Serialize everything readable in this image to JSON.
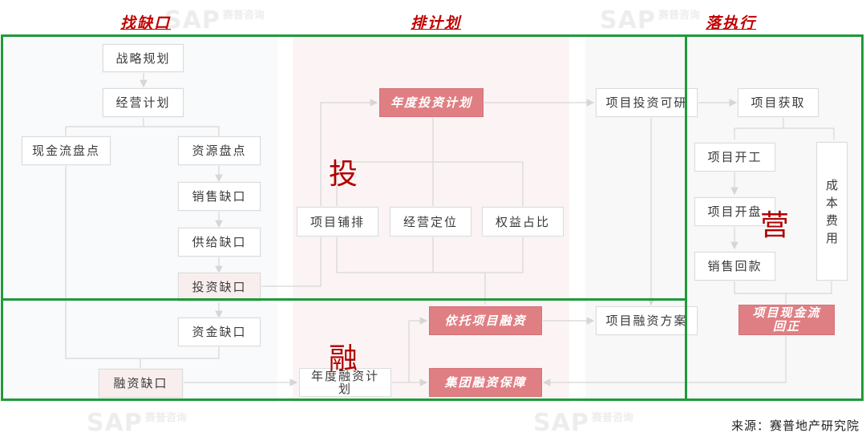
{
  "headers": {
    "find_gap": "找缺口",
    "plan": "排计划",
    "execute": "落执行"
  },
  "big_labels": {
    "invest": "投",
    "finance": "融",
    "operate": "营"
  },
  "watermark": {
    "brand": "SAP",
    "sub": "赛普咨询"
  },
  "source": "来源：赛普地产研究院",
  "boxes": {
    "strategy": "战略规划",
    "operation_plan": "经营计划",
    "cashflow_check": "现金流盘点",
    "resource_check": "资源盘点",
    "sales_gap": "销售缺口",
    "supply_gap": "供给缺口",
    "invest_gap": "投资缺口",
    "fund_gap": "资金缺口",
    "finance_gap": "融资缺口",
    "annual_invest_plan": "年度投资计划",
    "project_layout": "项目铺排",
    "operation_position": "经营定位",
    "equity_ratio": "权益占比",
    "project_finance": "依托项目融资",
    "annual_finance_plan_1": "年度融资计",
    "annual_finance_plan_2": "划",
    "group_finance": "集团融资保障",
    "invest_feasibility": "项目投资可研",
    "finance_scheme": "项目融资方案",
    "project_acquire": "项目获取",
    "project_start": "项目开工",
    "project_open": "项目开盘",
    "sales_collect": "销售回款",
    "cost": [
      "成",
      "本",
      "费",
      "用"
    ],
    "cashflow_return_1": "项目现金流",
    "cashflow_return_2": "回正"
  }
}
